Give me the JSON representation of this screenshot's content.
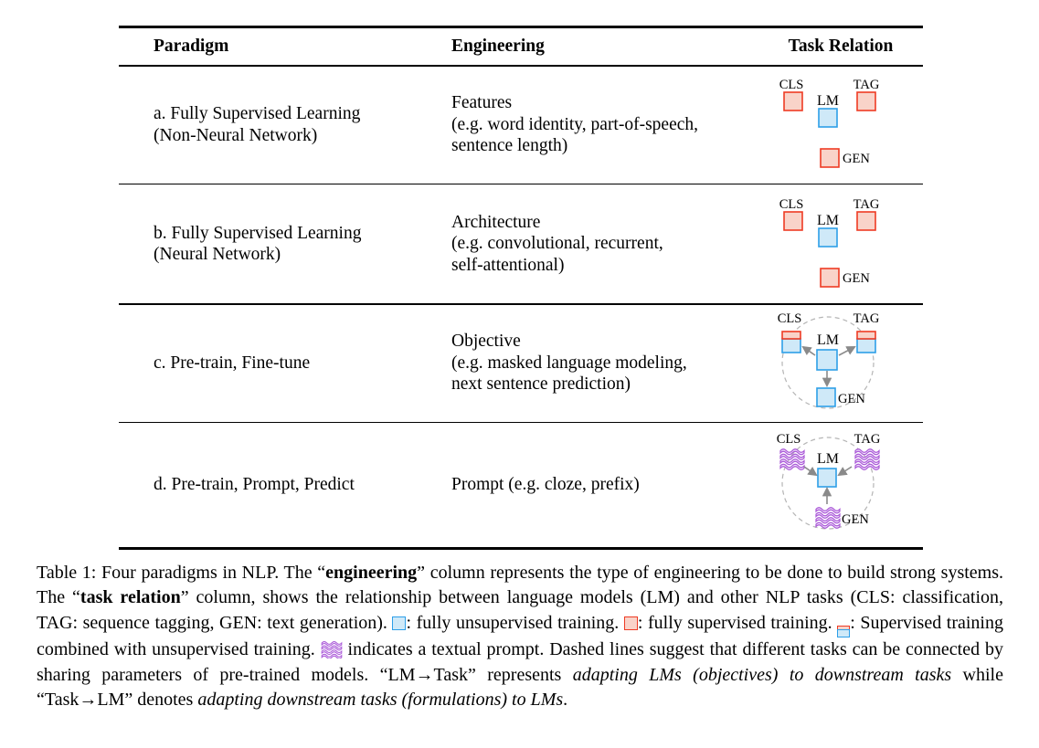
{
  "table": {
    "headers": [
      "Paradigm",
      "Engineering",
      "Task Relation"
    ],
    "diagram_labels": {
      "cls": "CLS",
      "tag": "TAG",
      "lm": "LM",
      "gen": "GEN"
    },
    "rows": [
      {
        "id": "a",
        "paradigm_lines": [
          "a. Fully Supervised Learning",
          "(Non-Neural Network)"
        ],
        "engineering_lines": [
          "Features",
          "(e.g. word identity, part-of-speech,",
          "sentence length)"
        ],
        "diagram": "isolated-supervised-tasks"
      },
      {
        "id": "b",
        "paradigm_lines": [
          "b. Fully Supervised Learning",
          "(Neural Network)"
        ],
        "engineering_lines": [
          "Architecture",
          "(e.g. convolutional, recurrent,",
          "self-attentional)"
        ],
        "diagram": "isolated-supervised-tasks"
      },
      {
        "id": "c",
        "paradigm_lines": [
          "c. Pre-train, Fine-tune"
        ],
        "engineering_lines": [
          "Objective",
          "(e.g. masked language modeling,",
          "next sentence prediction)"
        ],
        "diagram": "lm-to-task-arrows"
      },
      {
        "id": "d",
        "paradigm_lines": [
          "d. Pre-train, Prompt, Predict"
        ],
        "engineering_lines": [
          "Prompt (e.g. cloze, prefix)"
        ],
        "diagram": "task-to-lm-arrows"
      }
    ]
  },
  "caption": {
    "segments": [
      {
        "text": "Table 1: Four paradigms in NLP. The “"
      },
      {
        "text": "engineering",
        "style": "bold"
      },
      {
        "text": "” column represents the type of engineering to be done to build strong systems. The “"
      },
      {
        "text": "task relation",
        "style": "bold"
      },
      {
        "text": "” column, shows the relationship between language models (LM) and other NLP tasks (CLS: classification, TAG: sequence tagging, GEN: text generation). "
      },
      {
        "icon": "blue-square"
      },
      {
        "text": ": fully unsupervised training. "
      },
      {
        "icon": "red-square"
      },
      {
        "text": ": fully supervised training. "
      },
      {
        "icon": "half-square"
      },
      {
        "text": ": Supervised training combined with unsupervised training. "
      },
      {
        "icon": "prompt-squiggle"
      },
      {
        "text": " indicates a textual prompt. Dashed lines suggest that different tasks can be connected by sharing parameters of pre-trained models. “LM→Task” represents "
      },
      {
        "text": "adapting LMs (objectives) to downstream tasks",
        "style": "italic"
      },
      {
        "text": " while “Task→LM” denotes "
      },
      {
        "text": "adapting downstream tasks (formulations) to LMs",
        "style": "italic"
      },
      {
        "text": "."
      }
    ]
  },
  "colors": {
    "supervised_border": "#ee3b24",
    "supervised_fill": "#f9d3c9",
    "unsupervised_border": "#2d9fe8",
    "unsupervised_fill": "#cfe9f8",
    "prompt_stroke": "#a957d7",
    "prompt_fill": "#f2e4fb",
    "arrow_gray": "#8a8a8a",
    "dashed_circle_gray": "#b5b5b5"
  }
}
